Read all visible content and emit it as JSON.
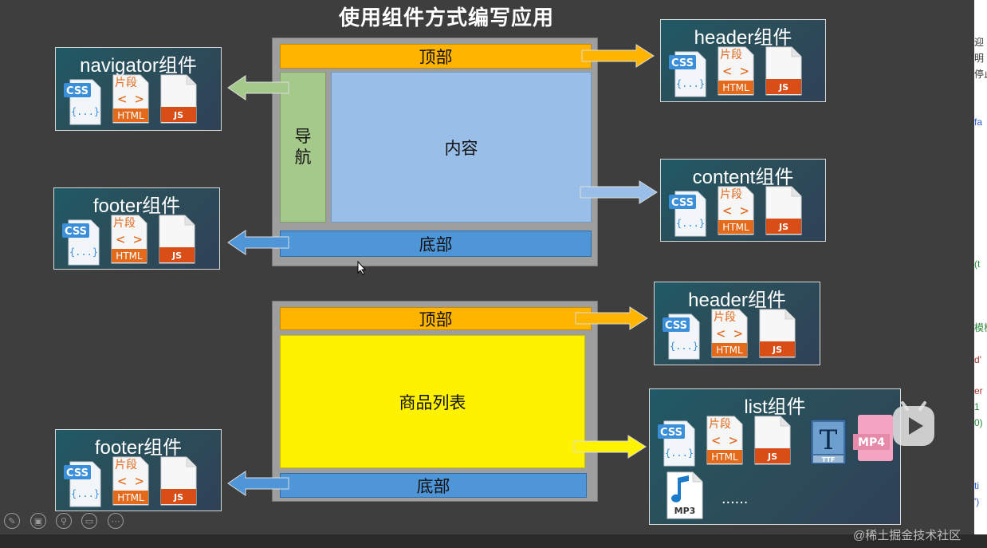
{
  "title": "使用组件方式编写应用",
  "top_diagram": {
    "header": "顶部",
    "nav": "导\n航",
    "content": "内容",
    "footer": "底部"
  },
  "bottom_diagram": {
    "header": "顶部",
    "list": "商品列表",
    "footer": "底部"
  },
  "cards": {
    "navigator": "navigator组件",
    "header1": "header组件",
    "content": "content组件",
    "footer1": "footer组件",
    "header2": "header组件",
    "list": "list组件",
    "footer2": "footer组件"
  },
  "icons": {
    "css": "CSS",
    "css_braces": "{...}",
    "snippet": "片段",
    "html": "HTML",
    "js": "JS",
    "ttf": "TTF",
    "mp4": "MP4",
    "mp3": "MP3",
    "ellipsis": "......"
  },
  "colors": {
    "orange": "#ffb400",
    "blue": "#4f96d9",
    "lightblue": "#99bfe8",
    "green": "#a5c98a",
    "yellow": "#fff200"
  },
  "right_strip": [
    "迎",
    "明",
    "停止",
    "fa",
    "(t",
    "模板",
    "d'",
    "er",
    "1",
    "0)",
    "ti",
    "')"
  ],
  "toolbar": [
    "pen-icon",
    "slides-icon",
    "zoom-icon",
    "subtitle-icon",
    "more-icon"
  ],
  "watermark": "@稀土掘金技术社区"
}
